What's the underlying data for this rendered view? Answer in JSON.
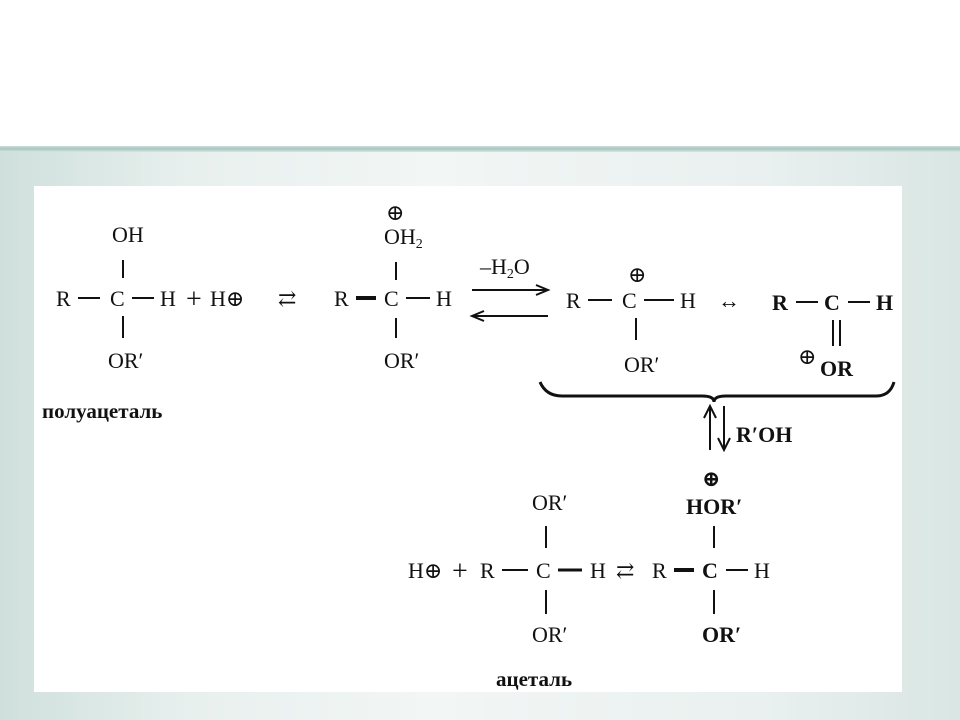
{
  "scheme": {
    "hemiacetal": {
      "oh": "OH",
      "r": "R",
      "c": "C",
      "h": "H",
      "or": "OR′",
      "plus": "+",
      "proton": "H⊕",
      "caption": "полуацеталь"
    },
    "protonated": {
      "charge": "⊕",
      "oh2": "OH",
      "oh2_sub": "2",
      "r": "R",
      "c": "C",
      "h": "H",
      "or": "OR′"
    },
    "water_loss": {
      "label": "–H",
      "label_sub": "2",
      "label_end": "O"
    },
    "carbocation": {
      "charge": "⊕",
      "r": "R",
      "c": "C",
      "h": "H",
      "or": "OR′"
    },
    "resonance": "↔",
    "oxonium": {
      "r": "R",
      "c": "C",
      "h": "H",
      "charge": "⊕",
      "or": "OR"
    },
    "alcohol_step": "R′OH",
    "protonated_acetal": {
      "charge": "⊕",
      "hor": "HOR′",
      "r": "R",
      "c": "C",
      "h": "H",
      "or": "OR′"
    },
    "acetal": {
      "proton": "H⊕",
      "plus": "+",
      "r": "R",
      "c": "C",
      "h": "H",
      "or_top": "OR′",
      "or_bottom": "OR′",
      "caption": "ацеталь"
    },
    "equilibrium": "⇄"
  }
}
